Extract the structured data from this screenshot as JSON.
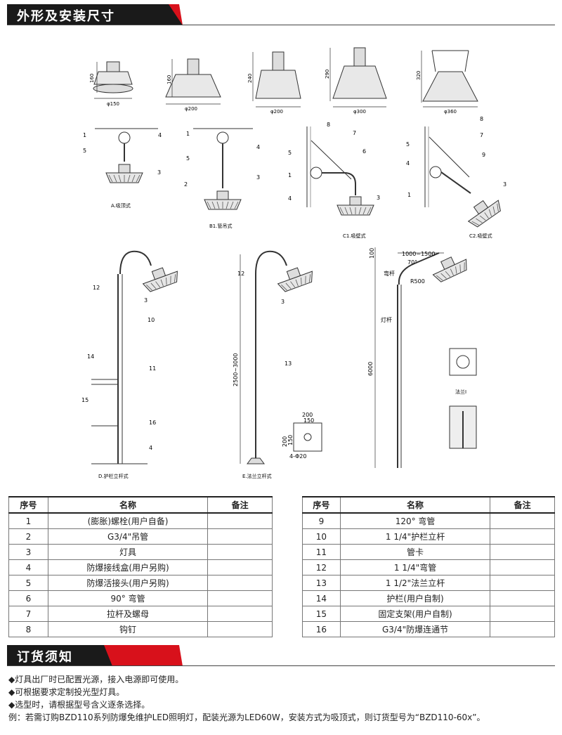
{
  "headers": {
    "dimensions": "外形及安装尺寸",
    "ordering": "订货须知"
  },
  "lamp_dims": [
    {
      "height": "160",
      "width": "φ150"
    },
    {
      "height": "160",
      "width": "φ200"
    },
    {
      "height": "240",
      "width": "φ200"
    },
    {
      "height": "290",
      "width": "φ300"
    },
    {
      "height": "320",
      "width": "φ360"
    }
  ],
  "install_captions": {
    "a": "A.吸顶式",
    "b1": "B1.管吊式",
    "c1": "C1.吸壁式",
    "c2": "C2.吸壁式",
    "d": "D.护栏立杆式",
    "e": "E.法兰立杆式",
    "flange": "法兰Ⅰ"
  },
  "callouts": [
    "1",
    "2",
    "3",
    "4",
    "5",
    "6",
    "7",
    "8",
    "9",
    "10",
    "11",
    "12",
    "13",
    "14",
    "15",
    "16"
  ],
  "pole_dims": {
    "e_height": "2500~3000",
    "e_plate_w1": "200",
    "e_plate_w2": "150",
    "e_plate_h1": "200",
    "e_plate_h2": "150",
    "e_holes": "4-Φ20",
    "pole_height": "6000",
    "arm_len": "1000~1500",
    "top_h": "100",
    "angle": "70°",
    "radius": "R500",
    "arm_label": "弯杆",
    "pole_label": "灯杆"
  },
  "table_headers": {
    "no": "序号",
    "name": "名称",
    "remark": "备注"
  },
  "table_left": [
    {
      "no": "1",
      "name": "(膨胀)螺栓(用户自备)"
    },
    {
      "no": "2",
      "name": "G3/4\"吊管"
    },
    {
      "no": "3",
      "name": "灯具"
    },
    {
      "no": "4",
      "name": "防爆接线盒(用户另购)"
    },
    {
      "no": "5",
      "name": "防爆活接头(用户另购)"
    },
    {
      "no": "6",
      "name": "90°  弯管"
    },
    {
      "no": "7",
      "name": "拉杆及螺母"
    },
    {
      "no": "8",
      "name": "钩钉"
    }
  ],
  "table_right": [
    {
      "no": "9",
      "name": "120°  弯管"
    },
    {
      "no": "10",
      "name": "1 1/4\"护栏立杆"
    },
    {
      "no": "11",
      "name": "管卡"
    },
    {
      "no": "12",
      "name": "1 1/4\"弯管"
    },
    {
      "no": "13",
      "name": "1 1/2\"法兰立杆"
    },
    {
      "no": "14",
      "name": "护栏(用户自制)"
    },
    {
      "no": "15",
      "name": "固定支架(用户自制)"
    },
    {
      "no": "16",
      "name": "G3/4\"防爆连通节"
    }
  ],
  "notes": [
    "◆灯具出厂时已配置光源，接入电源即可使用。",
    "◆可根据要求定制投光型灯具。",
    "◆选型时，请根据型号含义逐条选择。",
    "例：若需订购BZD110系列防爆免维护LED照明灯，配装光源为LED60W，安装方式为吸顶式，则订货型号为“BZD110-60x”。"
  ]
}
